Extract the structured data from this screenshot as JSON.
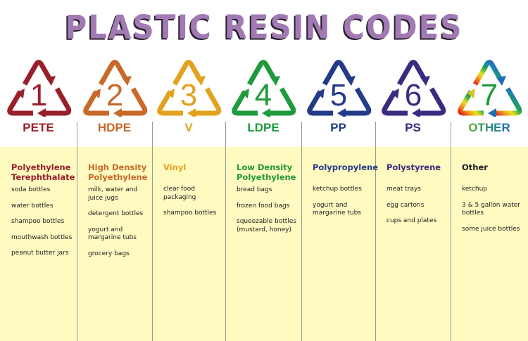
{
  "title": "PLASTIC RESIN CODES",
  "codes": [
    {
      "number": "1",
      "abbr": "PETE",
      "name": "Polyethylene Terephthalate",
      "color": "#99202a",
      "items": [
        "soda bottles",
        "water bottles",
        "shampoo bottles",
        "mouthwash bottles",
        "peanut butter jars"
      ]
    },
    {
      "number": "2",
      "abbr": "HDPE",
      "name": "High Density Polyethylene",
      "color": "#c8692a",
      "items": [
        "milk, water and juice jugs",
        "detergent bottles",
        "yogurt and margarine tubs",
        "grocery bags"
      ]
    },
    {
      "number": "3",
      "abbr": "V",
      "name": "Vinyl",
      "color": "#e2a21e",
      "items": [
        "clear food packaging",
        "shampoo bottles"
      ]
    },
    {
      "number": "4",
      "abbr": "LDPE",
      "name": "Low Density Polyethylene",
      "color": "#1f9a3c",
      "items": [
        "bread bags",
        "frozen food bags",
        "squeezable bottles (mustard, honey)"
      ]
    },
    {
      "number": "5",
      "abbr": "PP",
      "name": "Polypropylene",
      "color": "#243a8a",
      "items": [
        "ketchup bottles",
        "yogurt and margarine tubs"
      ]
    },
    {
      "number": "6",
      "abbr": "PS",
      "name": "Polystyrene",
      "color": "#3c2a80",
      "items": [
        "meat trays",
        "egg cartons",
        "cups and plates"
      ]
    },
    {
      "number": "7",
      "abbr": "OTHER",
      "name": "Other",
      "color": "#1a1a1a",
      "items": [
        "ketchup",
        "3 & 5 gallon water bottles",
        "some juice bottles"
      ]
    }
  ]
}
